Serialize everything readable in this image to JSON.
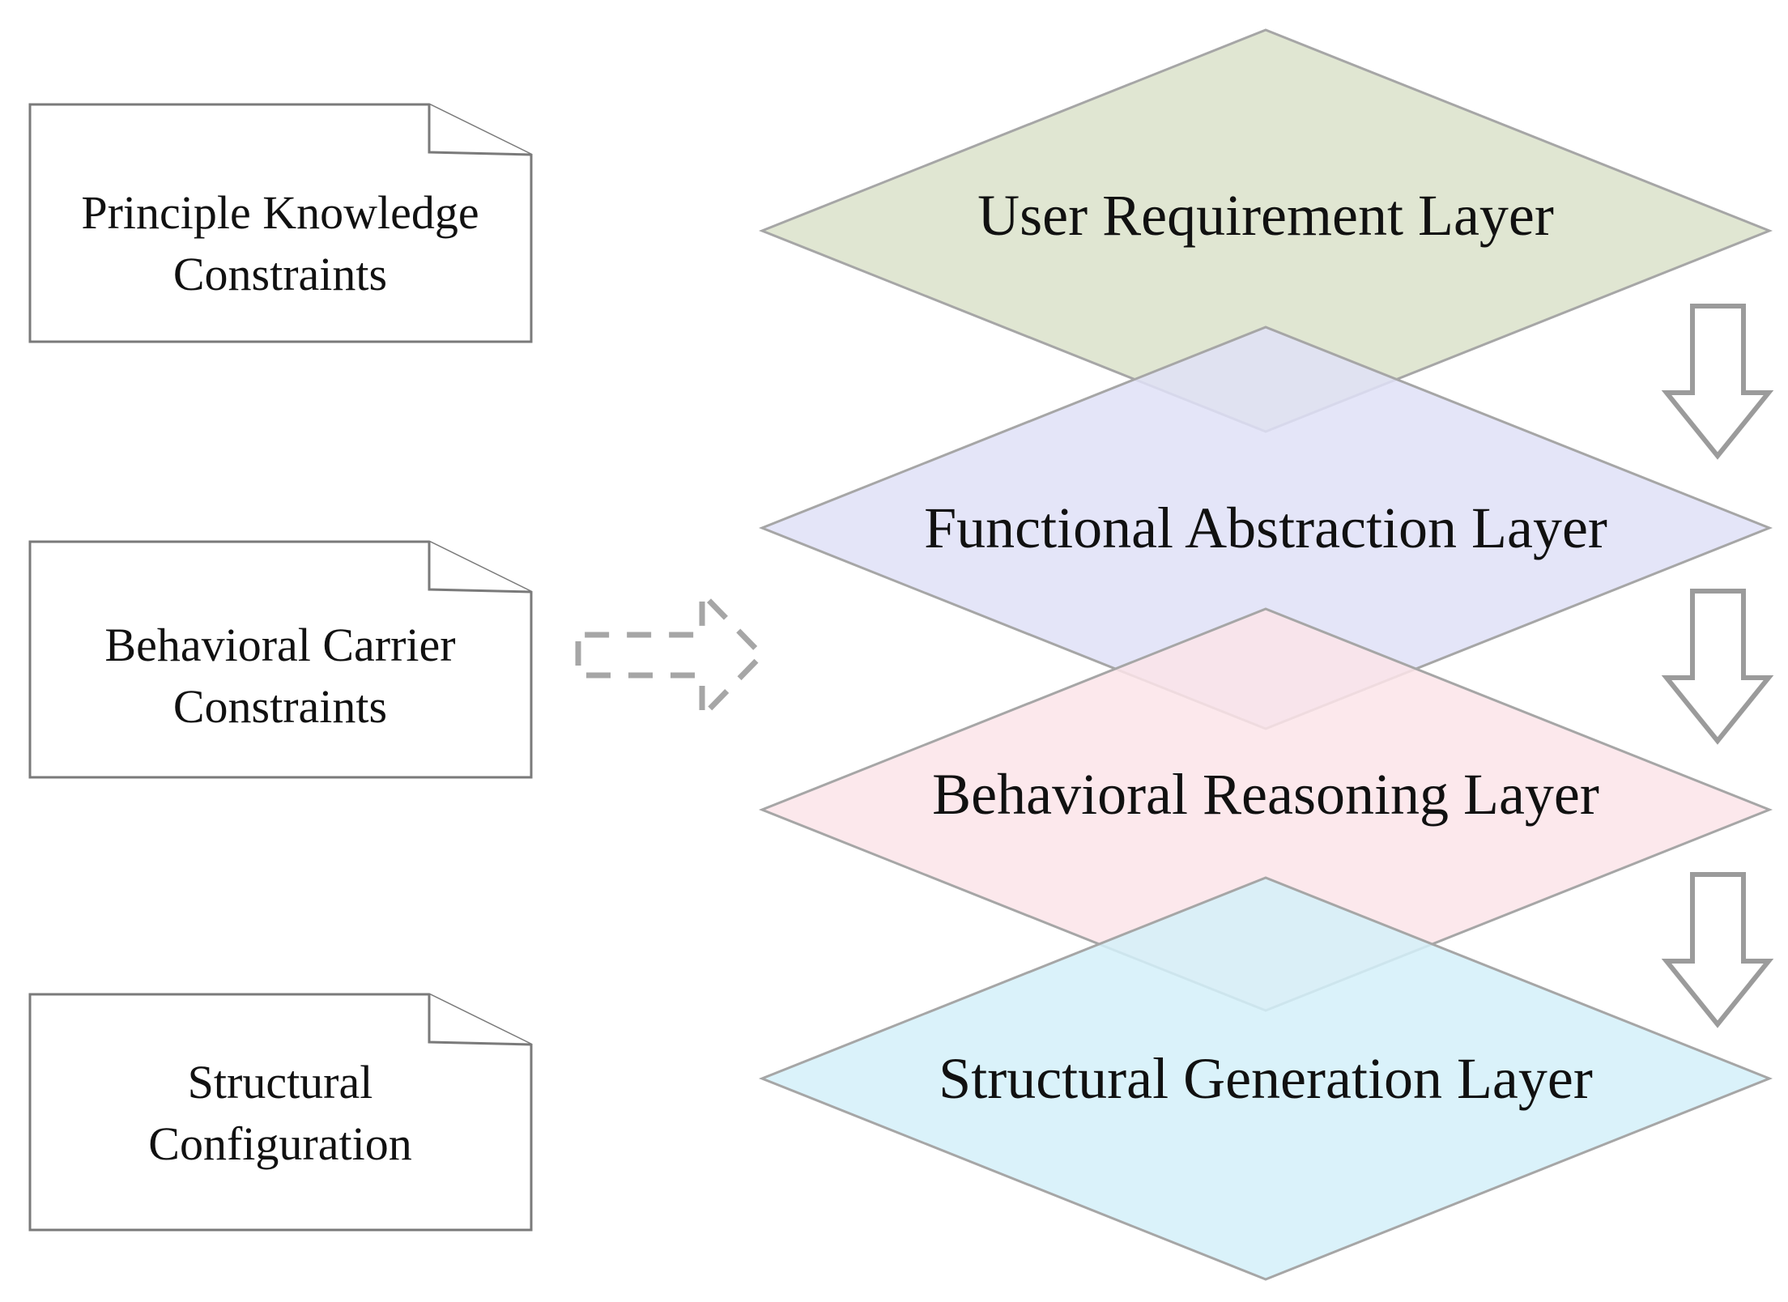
{
  "constraints": [
    {
      "lines": [
        "Principle Knowledge",
        "Constraints"
      ]
    },
    {
      "lines": [
        "Behavioral Carrier",
        "Constraints"
      ]
    },
    {
      "lines": [
        "Structural",
        "Configuration"
      ]
    }
  ],
  "layers": [
    {
      "label": "User Requirement Layer",
      "fill": "#dde3cd"
    },
    {
      "label": "Functional Abstraction Layer",
      "fill": "#dfe1f7"
    },
    {
      "label": "Behavioral Reasoning Layer",
      "fill": "#fce4e9"
    },
    {
      "label": "Structural Generation Layer",
      "fill": "#d3f0f9"
    }
  ],
  "colors": {
    "stroke": "#a6a6a6",
    "note_border": "#7a7a7a",
    "arrow": "#9b9b9b"
  },
  "icons": {
    "input_arrow": "dashed-arrow-icon",
    "flow_arrows": "hollow-down-arrow-icon"
  }
}
